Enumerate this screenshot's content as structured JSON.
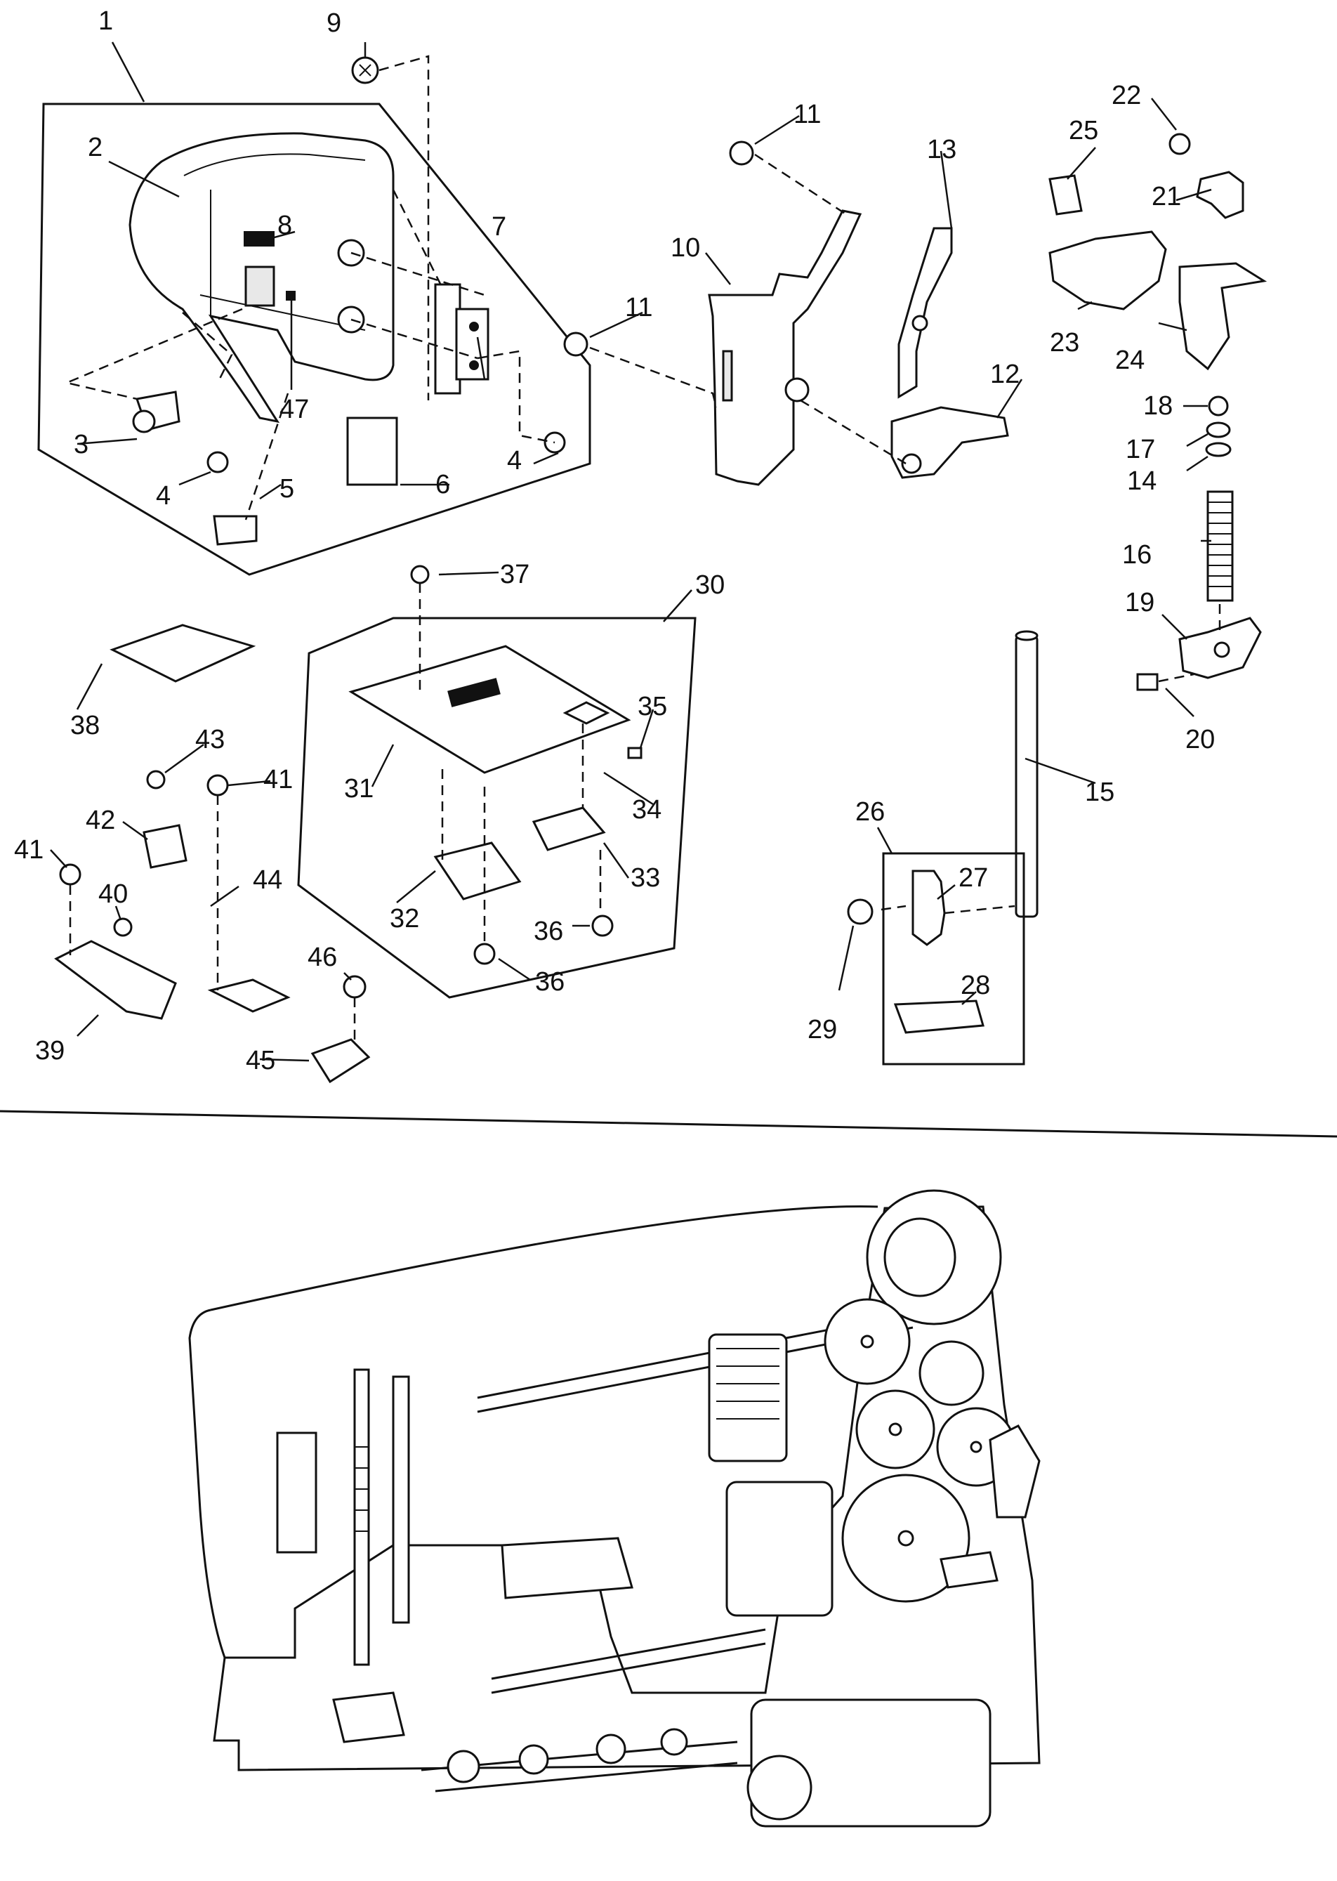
{
  "callouts": [
    {
      "id": "1",
      "label": "1"
    },
    {
      "id": "2",
      "label": "2"
    },
    {
      "id": "3",
      "label": "3"
    },
    {
      "id": "4a",
      "label": "4"
    },
    {
      "id": "4b",
      "label": "4"
    },
    {
      "id": "5",
      "label": "5"
    },
    {
      "id": "6",
      "label": "6"
    },
    {
      "id": "7",
      "label": "7"
    },
    {
      "id": "8",
      "label": "8"
    },
    {
      "id": "9",
      "label": "9"
    },
    {
      "id": "10",
      "label": "10"
    },
    {
      "id": "11a",
      "label": "11"
    },
    {
      "id": "11b",
      "label": "11"
    },
    {
      "id": "12",
      "label": "12"
    },
    {
      "id": "13",
      "label": "13"
    },
    {
      "id": "14",
      "label": "14"
    },
    {
      "id": "15",
      "label": "15"
    },
    {
      "id": "16",
      "label": "16"
    },
    {
      "id": "17",
      "label": "17"
    },
    {
      "id": "18",
      "label": "18"
    },
    {
      "id": "19",
      "label": "19"
    },
    {
      "id": "20",
      "label": "20"
    },
    {
      "id": "21",
      "label": "21"
    },
    {
      "id": "22",
      "label": "22"
    },
    {
      "id": "23",
      "label": "23"
    },
    {
      "id": "24",
      "label": "24"
    },
    {
      "id": "25",
      "label": "25"
    },
    {
      "id": "26",
      "label": "26"
    },
    {
      "id": "27",
      "label": "27"
    },
    {
      "id": "28",
      "label": "28"
    },
    {
      "id": "29",
      "label": "29"
    },
    {
      "id": "30",
      "label": "30"
    },
    {
      "id": "31",
      "label": "31"
    },
    {
      "id": "32",
      "label": "32"
    },
    {
      "id": "33",
      "label": "33"
    },
    {
      "id": "34",
      "label": "34"
    },
    {
      "id": "35",
      "label": "35"
    },
    {
      "id": "36a",
      "label": "36"
    },
    {
      "id": "36b",
      "label": "36"
    },
    {
      "id": "37",
      "label": "37"
    },
    {
      "id": "38",
      "label": "38"
    },
    {
      "id": "39",
      "label": "39"
    },
    {
      "id": "40",
      "label": "40"
    },
    {
      "id": "41a",
      "label": "41"
    },
    {
      "id": "41b",
      "label": "41"
    },
    {
      "id": "42",
      "label": "42"
    },
    {
      "id": "43",
      "label": "43"
    },
    {
      "id": "44",
      "label": "44"
    },
    {
      "id": "45",
      "label": "45"
    },
    {
      "id": "46",
      "label": "46"
    },
    {
      "id": "47",
      "label": "47"
    }
  ]
}
